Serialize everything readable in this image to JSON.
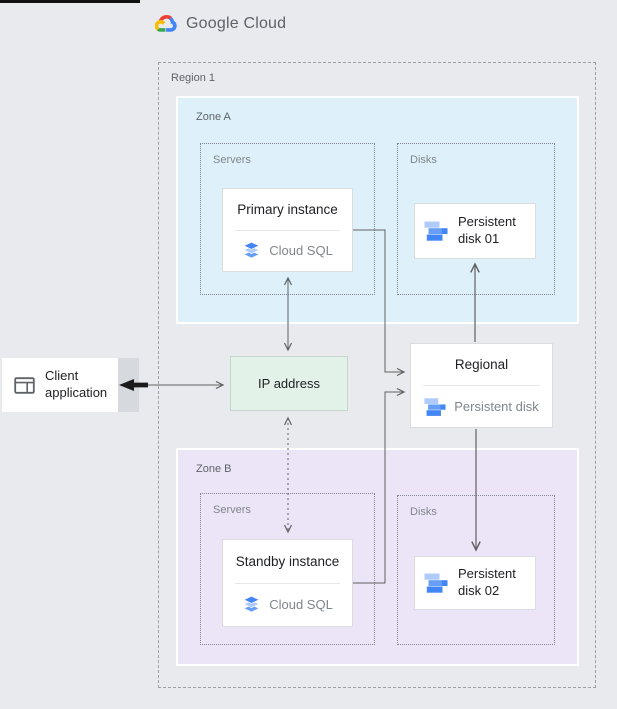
{
  "header": {
    "logo_text": "Google Cloud"
  },
  "region": {
    "label": "Region 1"
  },
  "zone_a": {
    "label": "Zone A",
    "servers_label": "Servers",
    "disks_label": "Disks",
    "primary_card": {
      "title": "Primary instance",
      "caption": "Cloud SQL"
    },
    "disk_card": {
      "label": "Persistent disk 01"
    }
  },
  "zone_b": {
    "label": "Zone B",
    "servers_label": "Servers",
    "disks_label": "Disks",
    "standby_card": {
      "title": "Standby instance",
      "caption": "Cloud SQL"
    },
    "disk_card": {
      "label": "Persistent disk 02"
    }
  },
  "ip_box": {
    "label": "IP address"
  },
  "regional_card": {
    "title": "Regional",
    "caption": "Persistent disk"
  },
  "client": {
    "label": "Client application"
  },
  "icons": {
    "logo": "google-cloud-logo-icon",
    "instance": "cloud-sql-icon",
    "disk": "persistent-disk-icon",
    "client": "client-application-icon"
  },
  "colors": {
    "page-bg": "#e8eaed",
    "zone-a-bg": "#def1fb",
    "zone-b-bg": "#ece4f7",
    "ip-bg": "#e3f2e9",
    "ip-border": "#c6d6cb",
    "card-border": "#dadce0",
    "strip-gray": "#d6d9dd",
    "title-dark": "#202124",
    "label-gray": "#80868b",
    "line-gray": "#616161",
    "logo-red": "#ea4335",
    "logo-blue": "#4285f4",
    "logo-green": "#34a853",
    "logo-yellow": "#fbbc05",
    "disk-blue-dark": "#4285f4",
    "disk-blue-medium": "#669df6",
    "disk-blue-light": "#aecbfa"
  }
}
